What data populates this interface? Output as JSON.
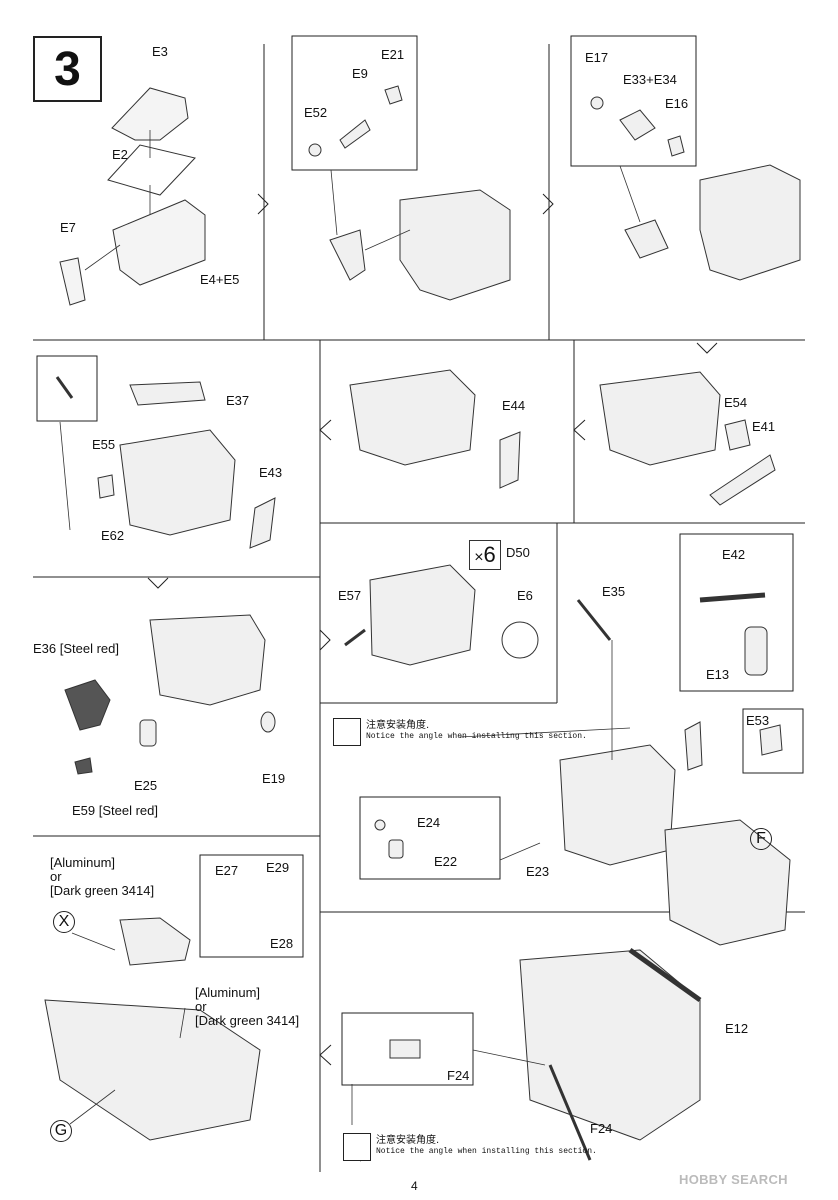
{
  "step": {
    "number": "3"
  },
  "labels": {
    "e3": "E3",
    "e2": "E2",
    "e7": "E7",
    "e4e5": "E4+E5",
    "e21": "E21",
    "e9": "E9",
    "e52": "E52",
    "e17": "E17",
    "e33e34": "E33+E34",
    "e16": "E16",
    "e37": "E37",
    "e55": "E55",
    "e43": "E43",
    "e62": "E62",
    "e44": "E44",
    "e54": "E54",
    "e41": "E41",
    "d50": "D50",
    "e57": "E57",
    "e6": "E6",
    "e35": "E35",
    "e42": "E42",
    "e13": "E13",
    "e53": "E53",
    "e36": "E36 [Steel red]",
    "e25": "E25",
    "e19": "E19",
    "e59": "E59 [Steel red]",
    "e24": "E24",
    "e22": "E22",
    "e23": "E23",
    "e27": "E27",
    "e29": "E29",
    "e28": "E28",
    "e12": "E12",
    "f24a": "F24",
    "f24b": "F24",
    "paint_a1": "[Aluminum]",
    "or_a": "or",
    "paint_a2": "[Dark green 3414]",
    "paint_b1": "[Aluminum]",
    "or_b": "or",
    "paint_b2": "[Dark green 3414]"
  },
  "multiplier": {
    "symbol": "×",
    "count": "6"
  },
  "notes": {
    "jp": "注意安装角度.",
    "en": "Notice the angle when installing this section."
  },
  "markers": {
    "f": "F",
    "x": "X",
    "g": "G"
  },
  "footer": {
    "page": "4",
    "watermark": "HOBBY SEARCH"
  }
}
